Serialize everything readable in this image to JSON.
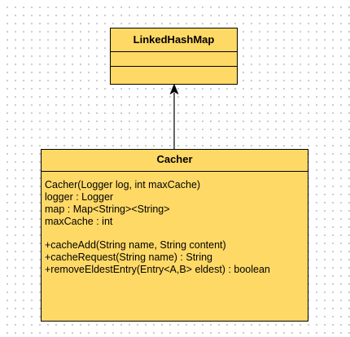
{
  "diagram": {
    "parent_class": {
      "name": "LinkedHashMap",
      "attributes": [],
      "methods": []
    },
    "child_class": {
      "name": "Cacher",
      "attributes": [
        "Cacher(Logger log, int maxCache)",
        "logger : Logger",
        "map : Map<String><String>",
        "maxCache : int"
      ],
      "methods": [
        "+cacheAdd(String name, String content)",
        "+cacheRequest(String name) : String",
        "+removeEldestEntry(Entry<A,B> eldest) : boolean"
      ]
    },
    "relationship": {
      "type": "generalization",
      "from": "Cacher",
      "to": "LinkedHashMap"
    },
    "colors": {
      "class_fill": "#ffd966",
      "stroke": "#000000"
    }
  }
}
